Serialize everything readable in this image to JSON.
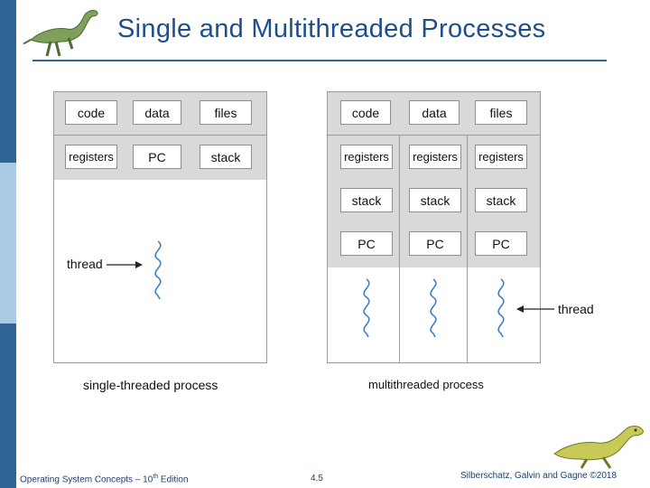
{
  "slide": {
    "title": "Single and Multithreaded Processes"
  },
  "single": {
    "cells_row1": [
      "code",
      "data",
      "files"
    ],
    "cells_row2": [
      "registers",
      "PC",
      "stack"
    ],
    "thread_label": "thread",
    "caption": "single-threaded process"
  },
  "multi": {
    "cells_row1": [
      "code",
      "data",
      "files"
    ],
    "registers": [
      "registers",
      "registers",
      "registers"
    ],
    "stack": [
      "stack",
      "stack",
      "stack"
    ],
    "pc": [
      "PC",
      "PC",
      "PC"
    ],
    "thread_label": "thread",
    "caption": "multithreaded process"
  },
  "footer": {
    "left_prefix": "Operating System Concepts – 10",
    "left_sup": "th",
    "left_suffix": " Edition",
    "page": "4.5",
    "right": "Silberschatz, Galvin and Gagne ©2018"
  },
  "colors": {
    "title": "#1f4e8c",
    "sidebar": "#2f6496",
    "sidebar_light": "#a9cbe6",
    "thread_wave": "#3d7fc0",
    "band_gray": "#d9d9d9"
  },
  "icons": {
    "top_left": "dinosaur-icon",
    "bottom_right": "dinosaur-icon",
    "thread": "wavy-thread-icon",
    "arrow": "arrow-icon"
  }
}
